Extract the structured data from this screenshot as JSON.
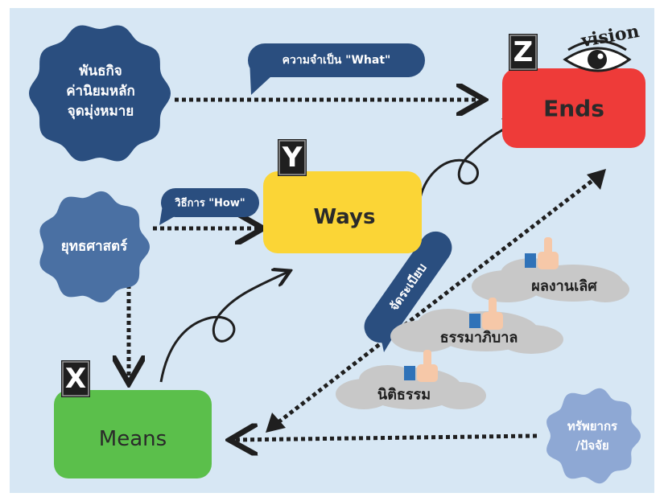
{
  "colors": {
    "background": "#d7e7f4",
    "navy": "#2a4e7f",
    "mid_blue": "#4a70a3",
    "light_blue": "#8ea8d4",
    "red": "#ee3b39",
    "yellow": "#fbd536",
    "green": "#5bbf4b",
    "cloud": "#c8c8c8",
    "dark_text": "#2a2a2a",
    "arrow": "#1f1f1f"
  },
  "nodes": {
    "mission": {
      "lines": [
        "พันธกิจ",
        "ค่านิยมหลัก",
        "จุดมุ่งหมาย"
      ]
    },
    "strategy": {
      "label": "ยุทธศาสตร์"
    },
    "resources": {
      "lines": [
        "ทรัพยากร",
        "/ปัจจัย"
      ]
    },
    "ends": {
      "letter": "Z",
      "label": "Ends",
      "vision": "vision",
      "icon": "eye-icon"
    },
    "ways": {
      "letter": "Y",
      "label": "Ways"
    },
    "means": {
      "letter": "X",
      "label": "Means"
    }
  },
  "bubbles": {
    "what": "ความจำเป็น \"What\"",
    "how": "วิธีการ \"How\"",
    "arrange": "จัดระเบียบ"
  },
  "clouds": [
    {
      "label": "ผลงานเลิศ",
      "icon": "thumbs-up-icon"
    },
    {
      "label": "ธรรมาภิบาล",
      "icon": "thumbs-up-icon"
    },
    {
      "label": "นิติธรรม",
      "icon": "thumbs-up-icon"
    }
  ]
}
